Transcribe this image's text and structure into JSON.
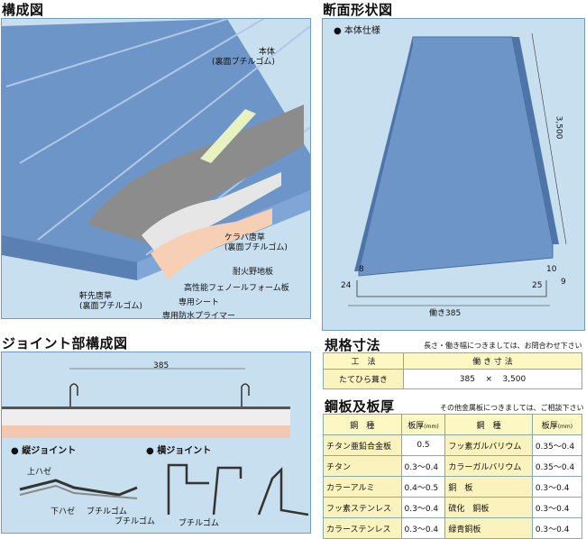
{
  "sections": {
    "composition": "構成図",
    "cross_section": "断面形状図",
    "joint": "ジョイント部構成図",
    "spec": "規格寸法",
    "steel": "鋼板及板厚"
  },
  "composition_labels": {
    "body": "本体",
    "body_sub": "(裏面ブチルゴム)",
    "keraba": "ケラバ唐草",
    "keraba_sub": "(裏面ブチルゴム)",
    "noki": "軒先唐草",
    "noki_sub": "(裏面ブチルゴム)",
    "fireproof": "耐火野地板",
    "foam": "高性能フェノールフォーム板",
    "sheet": "専用シート",
    "primer": "専用防水プライマー"
  },
  "cross_section": {
    "spec_label": "本体仕様",
    "length": "3,500",
    "dim_8": "8",
    "dim_10": "10",
    "dim_24": "24",
    "dim_25": "25",
    "dim_9": "9",
    "width": "働き385"
  },
  "joint": {
    "width": "385",
    "vertical_title": "縦ジョイント",
    "horizontal_title": "横ジョイント",
    "upper": "上ハゼ",
    "lower": "下ハゼ",
    "butyl1": "ブチルゴム",
    "butyl2": "ブチルゴム",
    "butyl3": "ブチルゴム"
  },
  "spec": {
    "note": "長さ・働き幅につきましては、お問合わせ下さい",
    "col1": "工　法",
    "col2": "働 き 寸 法",
    "method": "たてひら葺き",
    "w": "385",
    "x": "×",
    "len": "3,500"
  },
  "steel": {
    "note": "その他金属板につきましては、ご相談下さい",
    "h_type": "鋼　種",
    "h_thick": "板厚",
    "h_unit": "(mm)",
    "rows": [
      [
        "チタン亜鉛合金板",
        "0.5",
        "フッ素ガルバリウム",
        "0.35〜0.4"
      ],
      [
        "チタン",
        "0.3〜0.4",
        "カラーガルバリウム",
        "0.35〜0.4"
      ],
      [
        "カラーアルミ",
        "0.4〜0.5",
        "銅　板",
        "0.3〜0.4"
      ],
      [
        "フッ素ステンレス",
        "0.3〜0.4",
        "硫化　銅板",
        "0.3〜0.4"
      ],
      [
        "カラーステンレス",
        "0.3〜0.4",
        "緑青銅板",
        "0.3〜0.4"
      ]
    ]
  },
  "colors": {
    "panel": "#c8dff0",
    "roof": "#6e95c8",
    "yellow": "#fbf3be"
  }
}
